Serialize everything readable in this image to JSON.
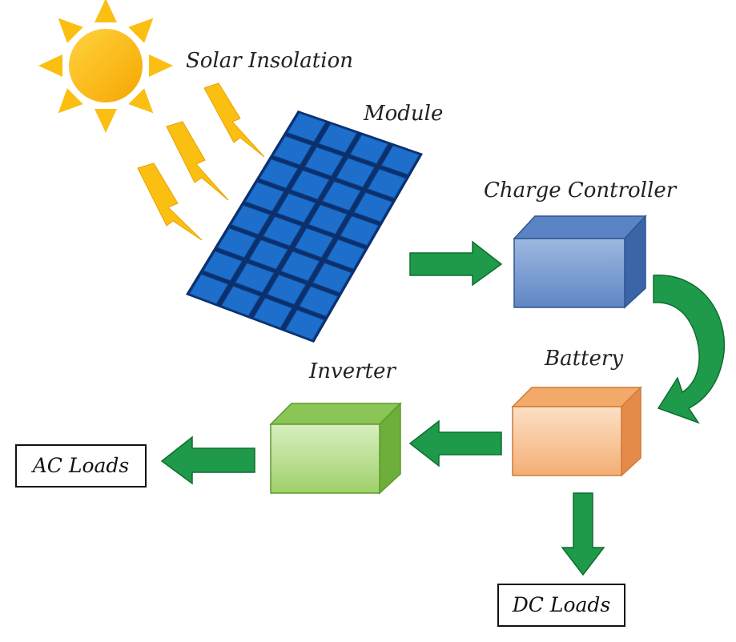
{
  "labels": {
    "solar_insolation": "Solar Insolation",
    "module": "Module",
    "charge_controller": "Charge Controller",
    "battery": "Battery",
    "inverter": "Inverter",
    "ac_loads": "AC Loads",
    "dc_loads": "DC Loads"
  },
  "colors": {
    "sun": "#FBBF12",
    "sun_core": "#F9B715",
    "panel_cell": "#1565C0",
    "panel_frame": "#0D2F6B",
    "controller_front": "#7A9FD2",
    "controller_top": "#4B77B8",
    "controller_side": "#335C9C",
    "battery_front": "#F9C79B",
    "battery_top": "#F3A96C",
    "battery_side": "#E58A47",
    "inverter_front": "#B7DD8C",
    "inverter_top": "#8DC657",
    "inverter_side": "#6EAE3A",
    "arrow": "#1E9A4A",
    "arrow_edge": "#0F6E2E"
  },
  "icons": [
    "sun-icon",
    "lightning-bolt-icon",
    "solar-panel-icon",
    "box-icon",
    "arrow-icon"
  ]
}
